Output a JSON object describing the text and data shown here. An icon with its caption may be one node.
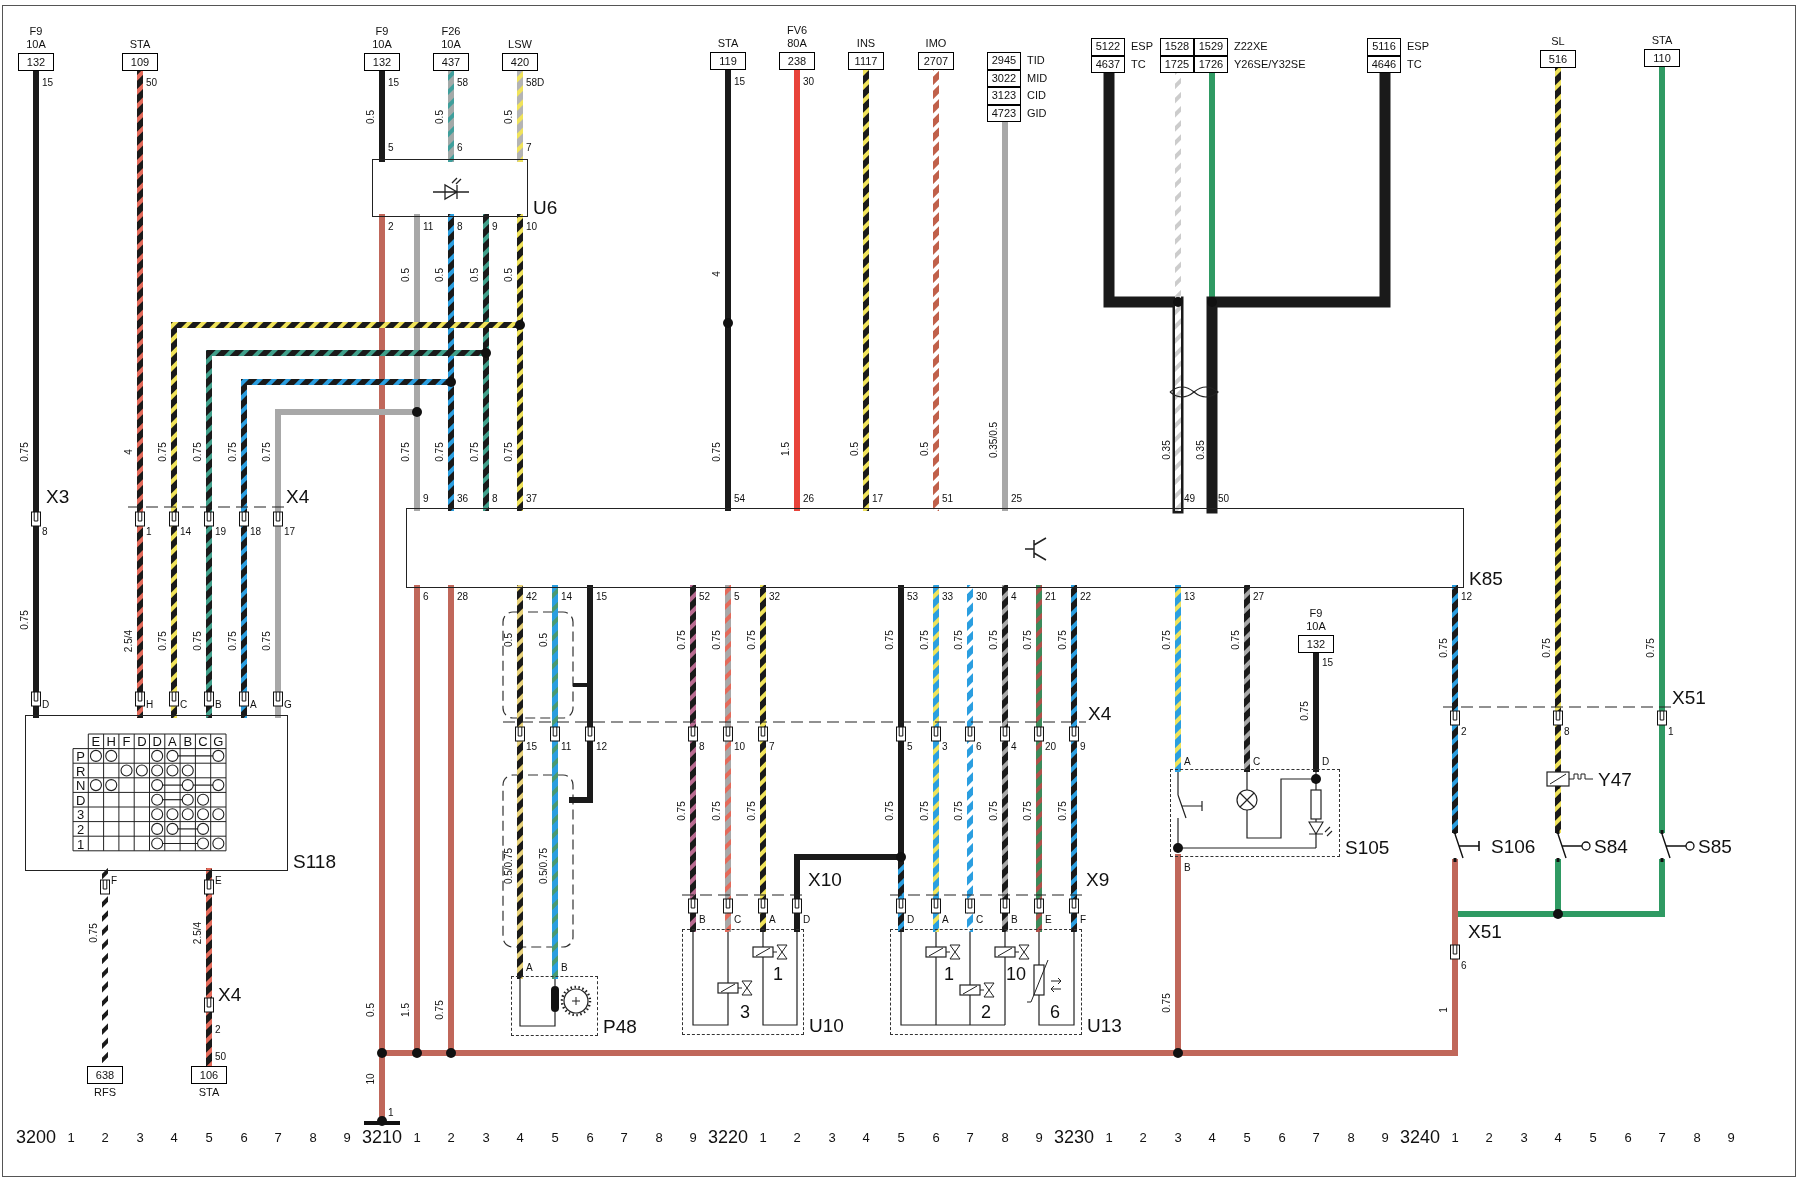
{
  "diagram": {
    "nodes": [
      {
        "text": [
          "F9 10A",
          "132"
        ]
      },
      {
        "text": [
          "STA",
          "109"
        ]
      },
      {
        "text": [
          "F9 10A",
          "132"
        ]
      },
      {
        "text": [
          "F26 10A",
          "437"
        ]
      },
      {
        "text": [
          "LSW",
          "420"
        ]
      },
      {
        "text": [
          "U6"
        ]
      },
      {
        "text": [
          "STA",
          "119"
        ]
      },
      {
        "text": [
          "FV6 80A",
          "238"
        ]
      },
      {
        "text": [
          "INS",
          "1117"
        ]
      },
      {
        "text": [
          "IMO",
          "2707"
        ]
      },
      {
        "text": [
          "2945",
          "TID",
          "3022",
          "MID",
          "3123",
          "CID",
          "4723",
          "GID"
        ]
      },
      {
        "text": [
          "5122",
          "ESP",
          "4637",
          "TC"
        ]
      },
      {
        "text": [
          "1528",
          "1529",
          "Z22XE",
          "1725",
          "1726",
          "Y26SE/Y32SE"
        ]
      },
      {
        "text": [
          "5116",
          "ESP",
          "4646",
          "TC"
        ]
      },
      {
        "text": [
          "SL",
          "516"
        ]
      },
      {
        "text": [
          "STA",
          "110"
        ]
      },
      {
        "text": [
          "K85"
        ]
      },
      {
        "text": [
          "S118"
        ]
      },
      {
        "text": [
          "638",
          "RFS"
        ]
      },
      {
        "text": [
          "106",
          "STA"
        ]
      },
      {
        "text": [
          "P48"
        ]
      },
      {
        "text": [
          "U10"
        ]
      },
      {
        "text": [
          "U13"
        ]
      },
      {
        "text": [
          "S105"
        ]
      },
      {
        "text": [
          "F9 10A",
          "132"
        ]
      },
      {
        "text": [
          "Y47"
        ]
      },
      {
        "text": [
          "S106"
        ]
      },
      {
        "text": [
          "S84"
        ]
      },
      {
        "text": [
          "S85"
        ]
      },
      {
        "text": [],
        "shape": "bar"
      }
    ],
    "edges": [
      {
        "from": 0,
        "to": 17,
        "arrow": "none",
        "color": "#1a1a1a"
      },
      {
        "from": 1,
        "to": 17,
        "arrow": "none",
        "color": "#1a1a1a"
      },
      {
        "from": 2,
        "to": 5,
        "arrow": "none",
        "color": "#1a1a1a"
      },
      {
        "from": 3,
        "to": 5,
        "arrow": "none",
        "color": "#a3a9a8"
      },
      {
        "from": 4,
        "to": 5,
        "arrow": "none",
        "color": "#b4b4b4"
      },
      {
        "from": 5,
        "to": 29,
        "arrow": "none",
        "color": "#c0675a"
      },
      {
        "from": 5,
        "to": 16,
        "arrow": "none",
        "color": "#a8a8a8"
      },
      {
        "from": 5,
        "to": 17,
        "arrow": "none",
        "color": "#a8a8a8"
      },
      {
        "from": 5,
        "to": 16,
        "arrow": "none",
        "color": "#1a1a1a"
      },
      {
        "from": 5,
        "to": 17,
        "arrow": "none",
        "color": "#1a1a1a"
      },
      {
        "from": 5,
        "to": 16,
        "arrow": "none",
        "color": "#1a1a1a"
      },
      {
        "from": 5,
        "to": 17,
        "arrow": "none",
        "color": "#1a1a1a"
      },
      {
        "from": 5,
        "to": 16,
        "arrow": "none",
        "color": "#1a1a1a"
      },
      {
        "from": 5,
        "to": 17,
        "arrow": "none",
        "color": "#1a1a1a"
      },
      {
        "from": 6,
        "to": 16,
        "arrow": "none",
        "color": "#1a1a1a"
      },
      {
        "from": 7,
        "to": 16,
        "arrow": "none",
        "color": "#e8433a"
      },
      {
        "from": 8,
        "to": 16,
        "arrow": "none",
        "color": "#1a1a1a"
      },
      {
        "from": 9,
        "to": 16,
        "arrow": "none",
        "color": "#c0604a"
      },
      {
        "from": 10,
        "to": 16,
        "arrow": "none",
        "color": "#a8a8a8"
      },
      {
        "from": 11,
        "to": 16,
        "arrow": "none",
        "style": "thick",
        "color": "#1a1a1a"
      },
      {
        "from": 12,
        "to": 16,
        "arrow": "none",
        "color": "#ffffff"
      },
      {
        "from": 12,
        "to": 16,
        "arrow": "none",
        "color": "#2f9a63"
      },
      {
        "from": 13,
        "to": 16,
        "arrow": "none",
        "style": "thick",
        "color": "#1a1a1a"
      },
      {
        "from": 14,
        "to": 25,
        "arrow": "none",
        "color": "#1a1a1a"
      },
      {
        "from": 25,
        "to": 27,
        "arrow": "none",
        "color": "#1a1a1a"
      },
      {
        "from": 15,
        "to": 28,
        "arrow": "none",
        "color": "#2f9a63"
      },
      {
        "from": 16,
        "to": 26,
        "arrow": "none",
        "color": "#1a1a1a"
      },
      {
        "from": 27,
        "to": 29,
        "arrow": "none",
        "color": "#2f9a63"
      },
      {
        "from": 28,
        "to": 29,
        "arrow": "none",
        "color": "#2f9a63"
      },
      {
        "from": 26,
        "to": 29,
        "arrow": "none",
        "color": "#c0675a"
      },
      {
        "from": 16,
        "to": 29,
        "arrow": "none",
        "color": "#c0675a"
      },
      {
        "from": 16,
        "to": 29,
        "arrow": "none",
        "color": "#c0675a"
      },
      {
        "from": 16,
        "to": 20,
        "arrow": "none",
        "color": "#1a1a1a"
      },
      {
        "from": 16,
        "to": 20,
        "arrow": "none",
        "color": "#2a9ee0"
      },
      {
        "from": 16,
        "to": null,
        "arrow": "none",
        "color": "#1a1a1a"
      },
      {
        "from": 16,
        "to": 21,
        "arrow": "none",
        "color": "#1a1a1a"
      },
      {
        "from": 16,
        "to": 21,
        "arrow": "none",
        "color": "#a8a8a8"
      },
      {
        "from": 16,
        "to": 21,
        "arrow": "none",
        "color": "#1a1a1a"
      },
      {
        "from": 16,
        "to": 22,
        "arrow": "none",
        "color": "#1a1a1a"
      },
      {
        "from": 16,
        "to": 21,
        "arrow": "none",
        "color": "#1a1a1a"
      },
      {
        "from": 16,
        "to": 22,
        "arrow": "none",
        "color": "#2a9ee0"
      },
      {
        "from": 16,
        "to": 22,
        "arrow": "none",
        "color": "#2a9ee0"
      },
      {
        "from": 16,
        "to": 22,
        "arrow": "none",
        "color": "#1a1a1a"
      },
      {
        "from": 16,
        "to": 22,
        "arrow": "none",
        "color": "#3c8a5a"
      },
      {
        "from": 16,
        "to": 22,
        "arrow": "none",
        "color": "#1a1a1a"
      },
      {
        "from": 16,
        "to": 23,
        "arrow": "none",
        "color": "#2a9ee0"
      },
      {
        "from": 16,
        "to": 23,
        "arrow": "none",
        "color": "#1a1a1a"
      },
      {
        "from": 24,
        "to": 23,
        "arrow": "none",
        "color": "#1a1a1a"
      },
      {
        "from": 23,
        "to": 29,
        "arrow": "none",
        "color": "#c0675a"
      },
      {
        "from": 18,
        "to": 17,
        "arrow": "none",
        "color": "#ffffff"
      },
      {
        "from": 19,
        "to": 17,
        "arrow": "none",
        "color": "#1a1a1a"
      }
    ],
    "labels": [
      "0.75",
      "0.75",
      "4",
      "2.5/4",
      "0.75",
      "0.75",
      "0.75",
      "0.75",
      "0.75",
      "0.75",
      "0.75",
      "0.75",
      "0.75",
      "2.5/4",
      "0.5",
      "0.5",
      "0.5",
      "0.5",
      "0.5",
      "0.5",
      "0.5",
      "0.75",
      "0.75",
      "0.75",
      "0.75",
      "0.5",
      "10",
      "1.5",
      "0.75",
      "0.5",
      "0.5/0.75",
      "0.5",
      "0.5/0.75",
      "4",
      "0.75",
      "1.5",
      "0.5",
      "0.5",
      "0.35/0.5",
      "0.35",
      "0.35",
      "0.75",
      "0.75",
      "0.75",
      "0.75",
      "0.75",
      "0.75",
      "0.75",
      "0.75",
      "0.75",
      "0.75",
      "0.75",
      "0.75",
      "0.75",
      "0.75",
      "0.75",
      "0.75",
      "0.75",
      "0.75",
      "0.75",
      "0.75",
      "0.75",
      "0.75",
      "0.75",
      "0.75",
      "0.75",
      "1",
      "15",
      "50",
      "15",
      "58",
      "58D",
      "15",
      "30",
      "5",
      "6",
      "7",
      "2",
      "11",
      "8",
      "9",
      "10",
      "8",
      "1",
      "14",
      "19",
      "18",
      "17",
      "9",
      "36",
      "8",
      "37",
      "54",
      "26",
      "17",
      "51",
      "25",
      "49",
      "50",
      "D",
      "H",
      "C",
      "B",
      "A",
      "G",
      "F",
      "E",
      "2",
      "50",
      "6",
      "28",
      "42",
      "14",
      "15",
      "52",
      "5",
      "32",
      "53",
      "33",
      "30",
      "4",
      "21",
      "22",
      "13",
      "27",
      "12",
      "15",
      "11",
      "12",
      "8",
      "10",
      "7",
      "5",
      "3",
      "6",
      "4",
      "20",
      "9",
      "A",
      "B",
      "B",
      "C",
      "A",
      "D",
      "D",
      "A",
      "C",
      "B",
      "E",
      "F",
      "A",
      "C",
      "D",
      "B",
      "15",
      "2",
      "8",
      "1",
      "6",
      "1",
      "X3",
      "X4",
      "X4",
      "X10",
      "X9",
      "X4",
      "X51",
      "X51",
      "3",
      "1",
      "1",
      "2",
      "10",
      "6",
      "E",
      "H",
      "F",
      "D",
      "D",
      "A",
      "B",
      "C",
      "G",
      "P",
      "R",
      "N",
      "D",
      "3",
      "2",
      "1",
      "3200",
      "1",
      "2",
      "3",
      "4",
      "5",
      "6",
      "7",
      "8",
      "9",
      "3210",
      "1",
      "2",
      "3",
      "4",
      "5",
      "6",
      "7",
      "8",
      "9",
      "3220",
      "1",
      "2",
      "3",
      "4",
      "5",
      "6",
      "7",
      "8",
      "9",
      "3230",
      "1",
      "2",
      "3",
      "4",
      "5",
      "6",
      "7",
      "8",
      "9",
      "3240",
      "1",
      "2",
      "3",
      "4",
      "5",
      "6",
      "7",
      "8",
      "9"
    ]
  }
}
